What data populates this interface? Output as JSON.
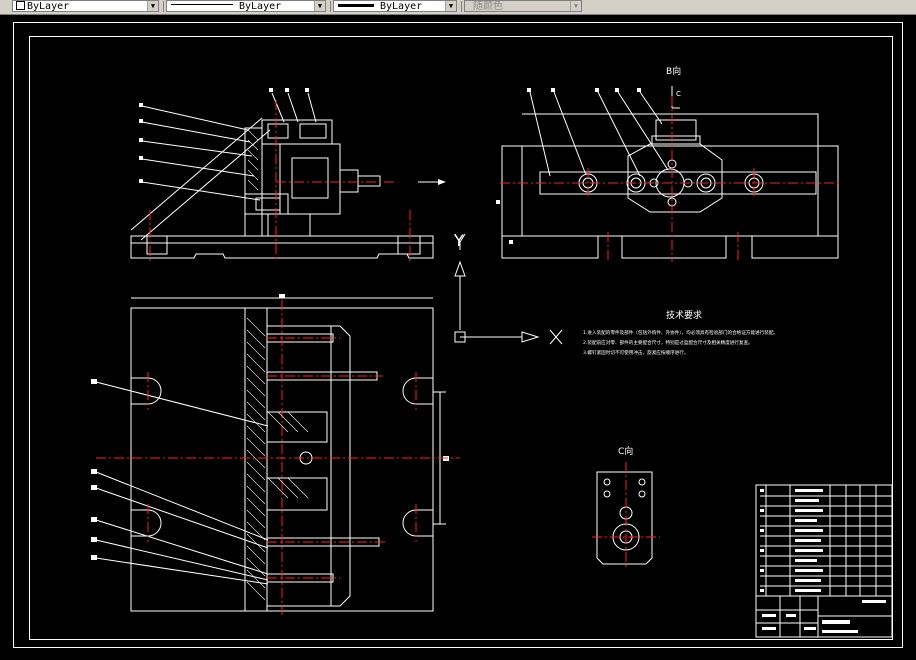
{
  "toolbar": {
    "layer_combo": "ByLayer",
    "linetype_combo": "ByLayer",
    "lineweight_combo": "ByLayer",
    "color_combo": "随颜色"
  },
  "drawing": {
    "view_b_label": "B向",
    "view_c_label": "C向",
    "axis_y": "Y",
    "axis_x": "X",
    "tech_title": "技术要求",
    "tech_lines": [
      "1.进入装配的零件及部件（包括外购件、外协件），均必须具有检验部门的合格证方能进行装配。",
      "2.装配前应对零、部件的主要配合尺寸，特别是过盈配合尺寸及相关精度进行复查。",
      "3.螺钉紧固时切不可使用冲击，旋紧应按顺序进行。"
    ],
    "view_arrow_c": "C"
  },
  "colors": {
    "line": "#ffffff",
    "center": "#ff2020",
    "bg": "#000000"
  }
}
